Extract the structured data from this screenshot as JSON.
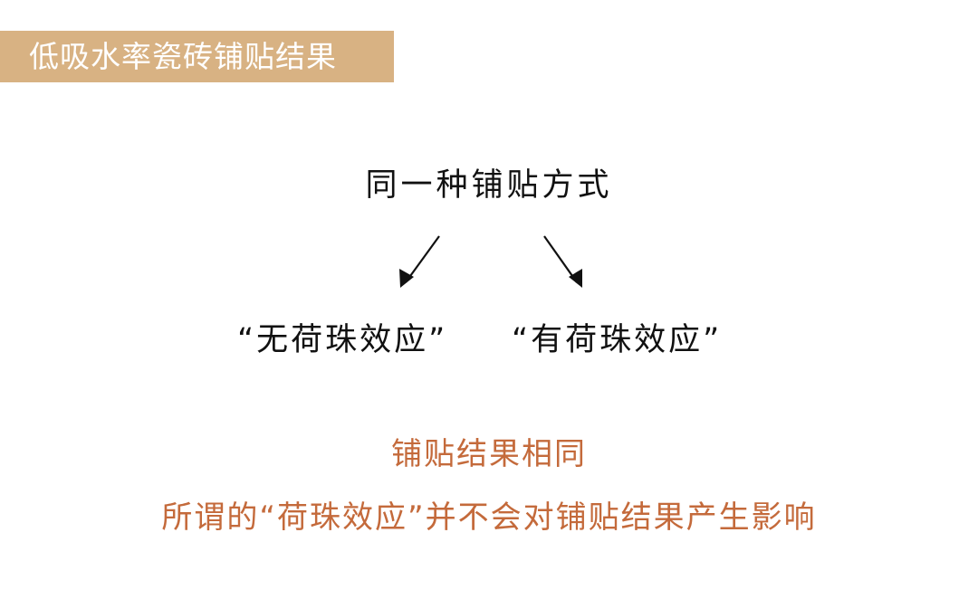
{
  "header": {
    "title": "低吸水率瓷砖铺贴结果",
    "banner_color": "#d8b283"
  },
  "diagram": {
    "method": "同一种铺贴方式",
    "case_left": "“无荷珠效应”",
    "case_right": "“有荷珠效应”",
    "arrow_color": "#111111"
  },
  "footer": {
    "result": "铺贴结果相同",
    "conclusion": "所谓的“荷珠效应”并不会对铺贴结果产生影响",
    "accent_color": "#c46a3b"
  }
}
